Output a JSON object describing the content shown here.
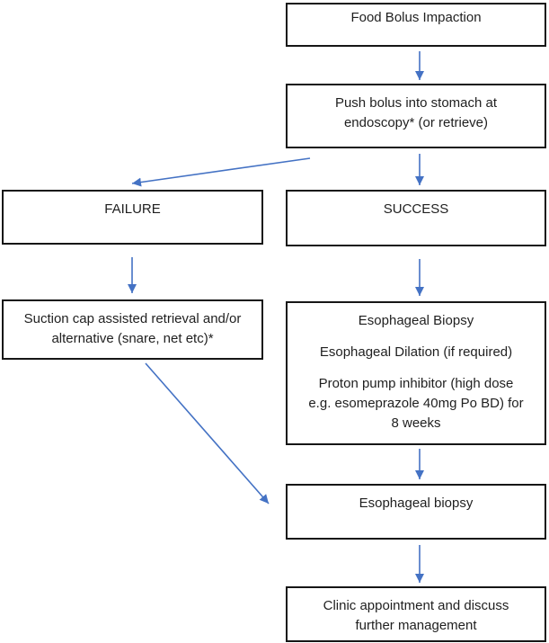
{
  "colors": {
    "arrow": "#4472C4",
    "box_border": "#161616",
    "box_fill": "#ffffff",
    "text": "#1f1f1f",
    "background": "#ffffff"
  },
  "nodes": {
    "food_bolus": {
      "lines": [
        "Food Bolus Impaction"
      ]
    },
    "push_bolus": {
      "lines": [
        "Push bolus into stomach at",
        "endoscopy* (or retrieve)"
      ]
    },
    "failure": {
      "lines": [
        "FAILURE"
      ]
    },
    "success": {
      "lines": [
        "SUCCESS"
      ]
    },
    "suction": {
      "lines": [
        "Suction cap assisted retrieval and/or",
        "alternative (snare, net etc)*"
      ]
    },
    "management": {
      "paragraphs": {
        "p1": {
          "lines": [
            "Esophageal Biopsy"
          ]
        },
        "p2": {
          "lines": [
            "Esophageal Dilation (if required)"
          ]
        },
        "p3": {
          "lines": [
            "Proton pump inhibitor (high dose",
            "e.g. esomeprazole 40mg Po BD) for",
            "8 weeks"
          ]
        }
      }
    },
    "biopsy": {
      "lines": [
        "Esophageal biopsy"
      ]
    },
    "clinic": {
      "lines": [
        "Clinic appointment and discuss",
        "further management"
      ]
    }
  },
  "edges": [
    {
      "from": "food_bolus",
      "to": "push_bolus"
    },
    {
      "from": "push_bolus",
      "to": "failure"
    },
    {
      "from": "push_bolus",
      "to": "success"
    },
    {
      "from": "failure",
      "to": "suction"
    },
    {
      "from": "success",
      "to": "management"
    },
    {
      "from": "management",
      "to": "biopsy"
    },
    {
      "from": "suction",
      "to": "biopsy"
    },
    {
      "from": "biopsy",
      "to": "clinic"
    }
  ]
}
